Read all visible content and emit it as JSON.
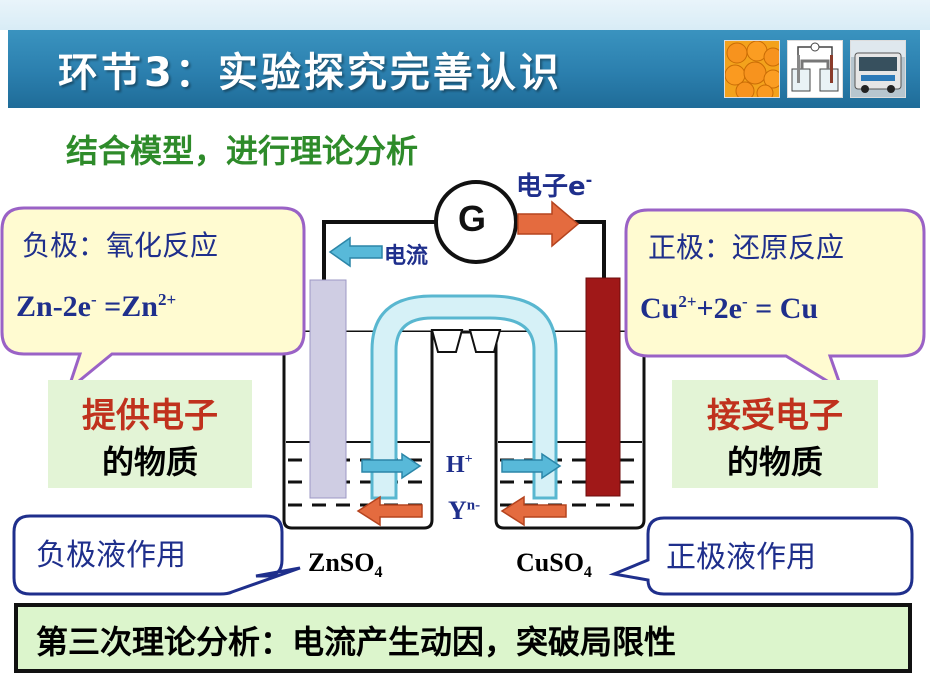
{
  "header": {
    "title": "环节3：实验探究完善认识"
  },
  "thumbnails": [
    "oranges",
    "apparatus",
    "bus"
  ],
  "subtitle": "结合模型，进行理论分析",
  "galvanometer": "G",
  "electron_label": "电子e",
  "electron_sup": "-",
  "current_label": "电流",
  "left_bubble": {
    "title": "负极：氧化反应",
    "eq_a": "Zn-2e",
    "eq_a_sup": "-",
    "eq_b": " =Zn",
    "eq_b_sup": "2+"
  },
  "right_bubble": {
    "title": "正极：还原反应",
    "eq_a": "Cu",
    "eq_a_sup": "2+",
    "eq_b": "+2e",
    "eq_b_sup": "-",
    "eq_c": " = Cu"
  },
  "left_box": {
    "line1": "提供电子",
    "line2": "的物质"
  },
  "right_box": {
    "line1": "接受电子",
    "line2": "的物质"
  },
  "ion_h": "H",
  "ion_h_sup": "+",
  "ion_y": "Y",
  "ion_y_sup": "n-",
  "left_solution": "ZnSO",
  "left_solution_sub": "4",
  "right_solution": "CuSO",
  "right_solution_sub": "4",
  "left_callout": "负极液作用",
  "right_callout": "正极液作用",
  "bottom_text": "第三次理论分析：电流产生动因，突破局限性"
}
